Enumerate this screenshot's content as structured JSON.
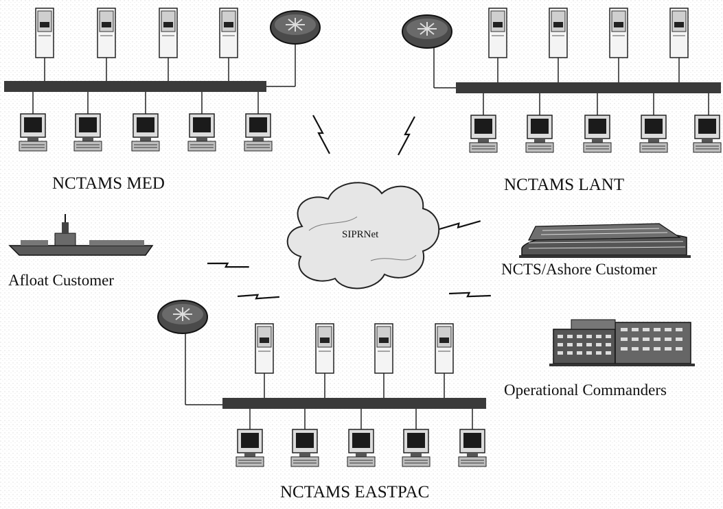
{
  "sites": {
    "med": {
      "label": "NCTAMS MED"
    },
    "lant": {
      "label": "NCTAMS LANT"
    },
    "eastpac": {
      "label": "NCTAMS EASTPAC"
    }
  },
  "cloud": {
    "label": "SIPRNet"
  },
  "nodes": {
    "afloat": {
      "label": "Afloat Customer"
    },
    "ashore": {
      "label": "NCTS/Ashore Customer"
    },
    "operational": {
      "label": "Operational Commanders"
    }
  },
  "colors": {
    "ink": "#111111",
    "bus": "#3a3a3a",
    "server_body": "#f2f2f2",
    "screen": "#1b1b1b",
    "router": "#4a4a4a",
    "cloud_fill": "#e6e6e6"
  }
}
